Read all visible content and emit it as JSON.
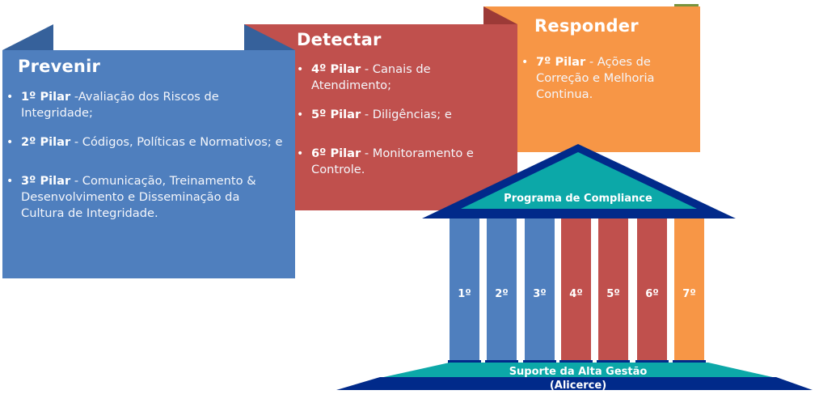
{
  "colors": {
    "prevenir": "#4f7fbe",
    "prevenir_fold": "#36619b",
    "detectar": "#c0504d",
    "detectar_fold": "#9c3a37",
    "responder": "#f79646",
    "roof_outline": "#012a8a",
    "teal": "#0ca8a8",
    "base_dark": "#012a8a"
  },
  "panels": {
    "prevenir": {
      "title": "Prevenir",
      "items": [
        {
          "pilar": "1º Pilar",
          "text": " -Avaliação dos Riscos de Integridade;"
        },
        {
          "pilar": "2º Pilar",
          "text": " - Códigos, Políticas e Normativos; e"
        },
        {
          "pilar": "3º Pilar",
          "text": " - Comunicação, Treinamento & Desenvolvimento e  Disseminação da Cultura de Integridade."
        }
      ]
    },
    "detectar": {
      "title": "Detectar",
      "items": [
        {
          "pilar": "4º Pilar",
          "text": " - Canais  de Atendimento;"
        },
        {
          "pilar": "5º Pilar",
          "text": " - Diligências; e"
        },
        {
          "pilar": "6º Pilar",
          "text": " - Monitoramento e Controle."
        }
      ]
    },
    "responder": {
      "title": "Responder",
      "items": [
        {
          "pilar": "7º Pilar",
          "text": " - Ações de Correção e Melhoria Continua."
        }
      ]
    }
  },
  "temple": {
    "roof_label": "Programa de Compliance",
    "columns": [
      {
        "label": "1º",
        "group": "prevenir"
      },
      {
        "label": "2º",
        "group": "prevenir"
      },
      {
        "label": "3º",
        "group": "prevenir"
      },
      {
        "label": "4º",
        "group": "detectar"
      },
      {
        "label": "5º",
        "group": "detectar"
      },
      {
        "label": "6º",
        "group": "detectar"
      },
      {
        "label": "7º",
        "group": "responder"
      }
    ],
    "base_label_line1": "Suporte da Alta Gestão",
    "base_label_line2": "(Alicerce)"
  }
}
